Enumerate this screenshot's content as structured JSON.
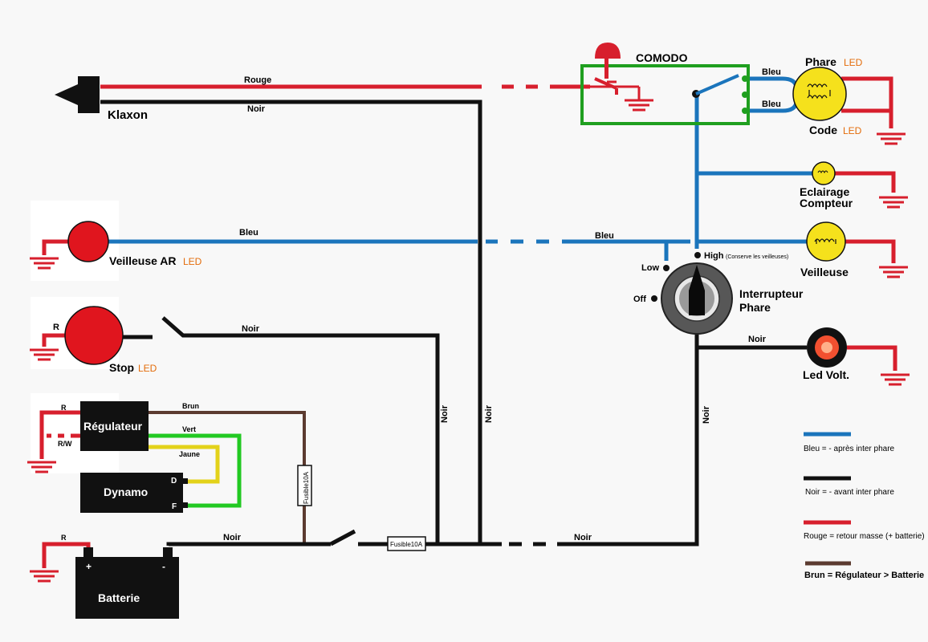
{
  "labels": {
    "klaxon": "Klaxon",
    "rouge": "Rouge",
    "noir": "Noir",
    "bleu": "Bleu",
    "comodo": "COMODO",
    "phare": "Phare",
    "code": "Code",
    "led": "LED",
    "eclairage": "Eclairage",
    "compteur": "Compteur",
    "veilleuse": "Veilleuse",
    "veilleuse_ar": "Veilleuse AR",
    "stop": "Stop",
    "low": "Low",
    "high": "High",
    "high_note": "(Conserve les veilleuses)",
    "off": "Off",
    "interrupteur": "Interrupteur",
    "interrupteur_phare": "Phare",
    "led_volt": "Led Volt.",
    "regulateur": "Régulateur",
    "dynamo": "Dynamo",
    "batterie": "Batterie",
    "brun": "Brun",
    "vert": "Vert",
    "jaune": "Jaune",
    "fusible": "Fusible10A",
    "r": "R",
    "rw": "R/W",
    "d": "D",
    "f": "F",
    "plus": "+",
    "minus": "-"
  },
  "legend": [
    {
      "text": "Bleu = - après inter phare",
      "color": "#1b75bc"
    },
    {
      "text": "Noir    = - avant inter phare",
      "color": "#111111"
    },
    {
      "text": "Rouge = retour masse (+ batterie)",
      "color": "#d71f2d"
    },
    {
      "text": "Brun = Régulateur > Batterie",
      "color": "#5c3b30"
    }
  ]
}
